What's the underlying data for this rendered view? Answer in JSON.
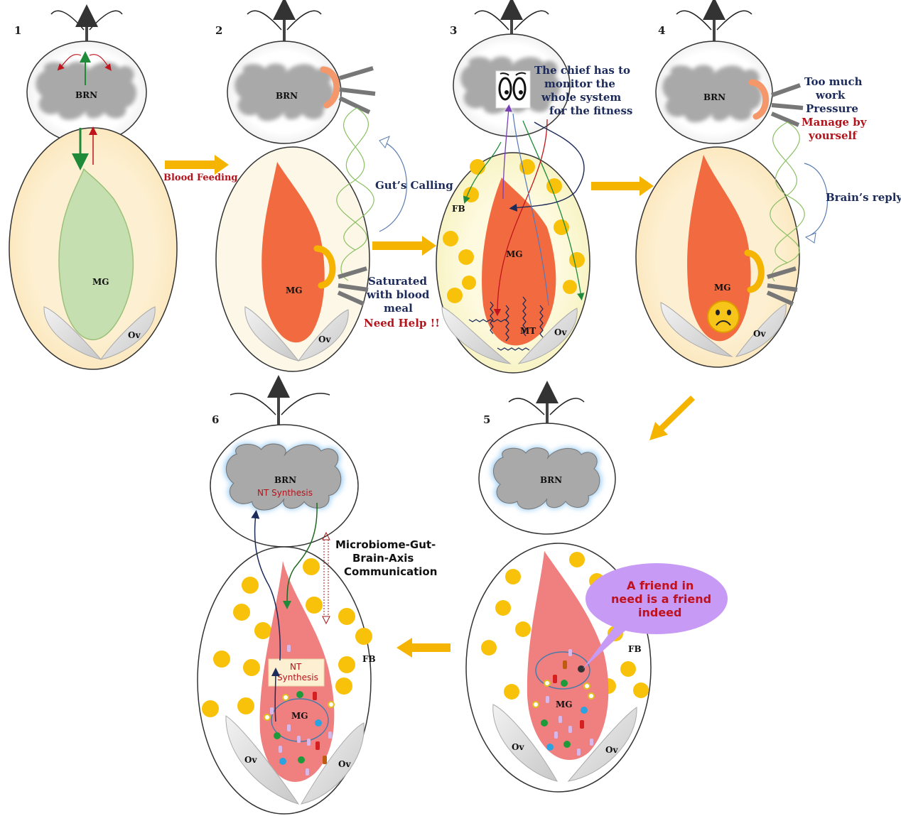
{
  "panels": [
    {
      "number": "1",
      "brain_label": "BRN",
      "gut_label": "MG",
      "ovary_label": "Ov"
    },
    {
      "number": "2",
      "brain_label": "BRN",
      "gut_label": "MG",
      "ovary_label": "Ov"
    },
    {
      "number": "3",
      "gut_label": "MG",
      "ovary_label": "Ov",
      "fat_body_label": "FB",
      "tubule_label": "MT"
    },
    {
      "number": "4",
      "brain_label": "BRN",
      "gut_label": "MG",
      "ovary_label": "Ov"
    },
    {
      "number": "5",
      "brain_label": "BRN",
      "gut_label": "MG",
      "ovary_label": "Ov",
      "fat_body_label": "FB"
    },
    {
      "number": "6",
      "brain_label": "BRN",
      "brain_sub_label": "NT Synthesis",
      "gut_label": "MG",
      "ovary_label": "Ov",
      "fat_body_label": "FB",
      "gut_box_label": [
        "NT",
        "Synthesis"
      ]
    }
  ],
  "annotations": {
    "blood_feeding": "Blood Feeding",
    "guts_calling": "Gut’s Calling",
    "saturated": [
      "Saturated",
      "with blood",
      "meal"
    ],
    "need_help": "Need Help !!",
    "chief": [
      "The chief has to",
      "monitor the",
      "whole system",
      "for the fitness"
    ],
    "pressure": [
      "Too much",
      "work",
      "Pressure"
    ],
    "manage": [
      "Manage by",
      "yourself"
    ],
    "brains_reply": "Brain’s reply",
    "friend": [
      "A friend in",
      "need is a friend",
      "indeed"
    ],
    "axis": [
      "Microbiome-Gut-",
      "Brain-Axis",
      "Communication"
    ]
  },
  "colors": {
    "brain_gray": "#a9a9a9",
    "midgut_green": "#c6dfb0",
    "midgut_red": "#f26a3f",
    "midgut_pink": "#f08080",
    "fat_body_yellow": "#f9c20a",
    "arrow_orange": "#f5b400",
    "cream": "#fdf0d2",
    "navy_text": "#1c2b5a",
    "red_text": "#b3141c",
    "speech_bubble": "#c79af5"
  }
}
